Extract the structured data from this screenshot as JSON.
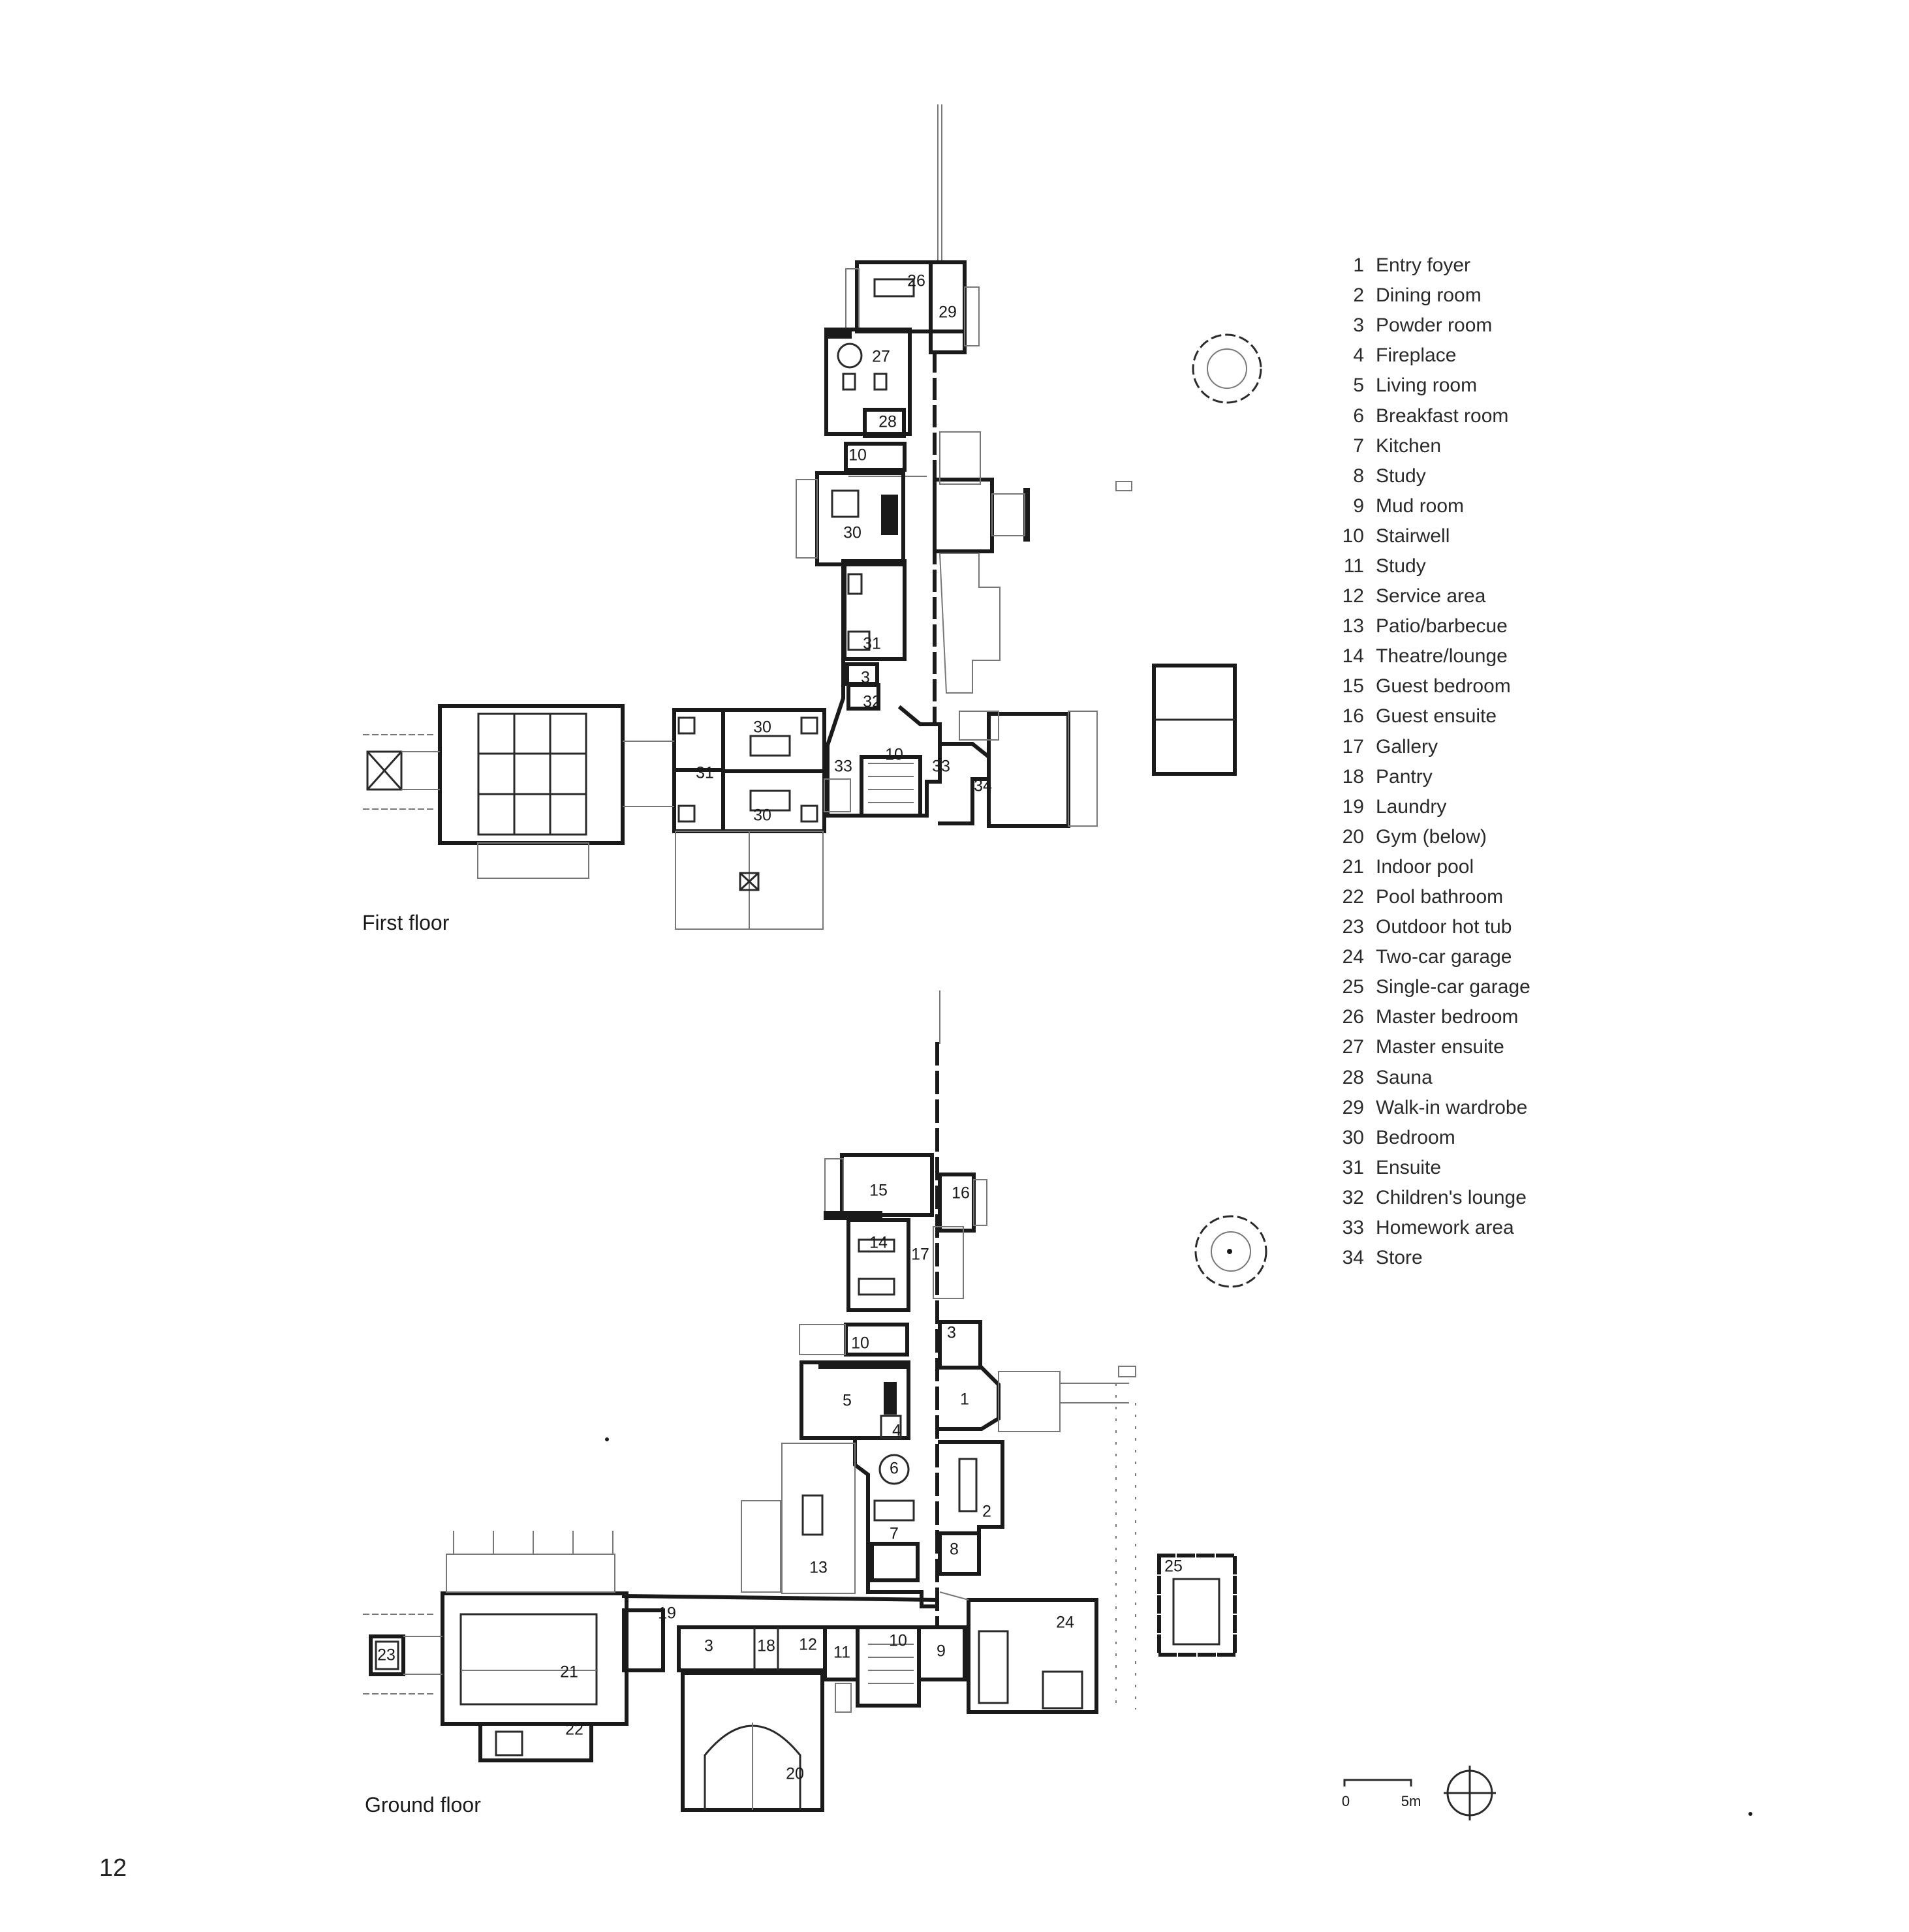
{
  "page_number": "12",
  "plans": {
    "first_floor": {
      "caption": "First floor",
      "room_labels": [
        "26",
        "29",
        "27",
        "28",
        "10",
        "30",
        "31",
        "3",
        "32",
        "30",
        "31",
        "30",
        "10",
        "33",
        "33",
        "34"
      ]
    },
    "ground_floor": {
      "caption": "Ground floor",
      "room_labels": [
        "15",
        "16",
        "14",
        "17",
        "10",
        "3",
        "5",
        "1",
        "4",
        "6",
        "2",
        "7",
        "8",
        "13",
        "25",
        "24",
        "19",
        "3",
        "18",
        "12",
        "11",
        "10",
        "9",
        "23",
        "21",
        "22",
        "20"
      ]
    }
  },
  "scale_bar": {
    "start": "0",
    "end": "5m"
  },
  "legend": [
    {
      "n": "1",
      "label": "Entry foyer"
    },
    {
      "n": "2",
      "label": "Dining room"
    },
    {
      "n": "3",
      "label": "Powder room"
    },
    {
      "n": "4",
      "label": "Fireplace"
    },
    {
      "n": "5",
      "label": "Living room"
    },
    {
      "n": "6",
      "label": "Breakfast room"
    },
    {
      "n": "7",
      "label": "Kitchen"
    },
    {
      "n": "8",
      "label": "Study"
    },
    {
      "n": "9",
      "label": "Mud room"
    },
    {
      "n": "10",
      "label": "Stairwell"
    },
    {
      "n": "11",
      "label": "Study"
    },
    {
      "n": "12",
      "label": "Service area"
    },
    {
      "n": "13",
      "label": "Patio/barbecue"
    },
    {
      "n": "14",
      "label": "Theatre/lounge"
    },
    {
      "n": "15",
      "label": "Guest bedroom"
    },
    {
      "n": "16",
      "label": "Guest ensuite"
    },
    {
      "n": "17",
      "label": "Gallery"
    },
    {
      "n": "18",
      "label": "Pantry"
    },
    {
      "n": "19",
      "label": "Laundry"
    },
    {
      "n": "20",
      "label": "Gym (below)"
    },
    {
      "n": "21",
      "label": "Indoor pool"
    },
    {
      "n": "22",
      "label": "Pool bathroom"
    },
    {
      "n": "23",
      "label": "Outdoor hot tub"
    },
    {
      "n": "24",
      "label": "Two-car garage"
    },
    {
      "n": "25",
      "label": "Single-car garage"
    },
    {
      "n": "26",
      "label": "Master bedroom"
    },
    {
      "n": "27",
      "label": "Master ensuite"
    },
    {
      "n": "28",
      "label": "Sauna"
    },
    {
      "n": "29",
      "label": "Walk-in wardrobe"
    },
    {
      "n": "30",
      "label": "Bedroom"
    },
    {
      "n": "31",
      "label": "Ensuite"
    },
    {
      "n": "32",
      "label": "Children's lounge"
    },
    {
      "n": "33",
      "label": "Homework area"
    },
    {
      "n": "34",
      "label": "Store"
    }
  ]
}
